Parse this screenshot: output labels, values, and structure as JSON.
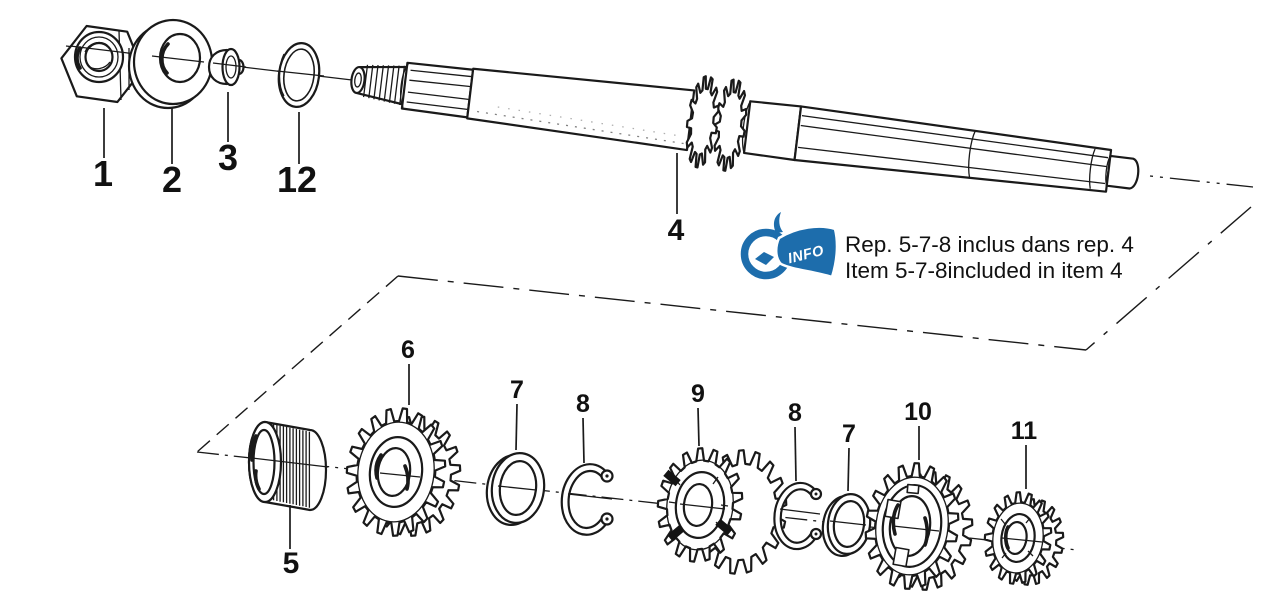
{
  "info_badge": {
    "label": "INFO",
    "color": "#1d6dac"
  },
  "info_note": {
    "line1": "Rep. 5-7-8 inclus dans rep. 4",
    "line2": "Item 5-7-8included in item 4"
  },
  "labels": [
    {
      "text": "1"
    },
    {
      "text": "2"
    },
    {
      "text": "3"
    },
    {
      "text": "12"
    },
    {
      "text": "4"
    },
    {
      "text": "5"
    },
    {
      "text": "6"
    },
    {
      "text": "7"
    },
    {
      "text": "8"
    },
    {
      "text": "9"
    },
    {
      "text": "8"
    },
    {
      "text": "7"
    },
    {
      "text": "10"
    },
    {
      "text": "11"
    }
  ]
}
